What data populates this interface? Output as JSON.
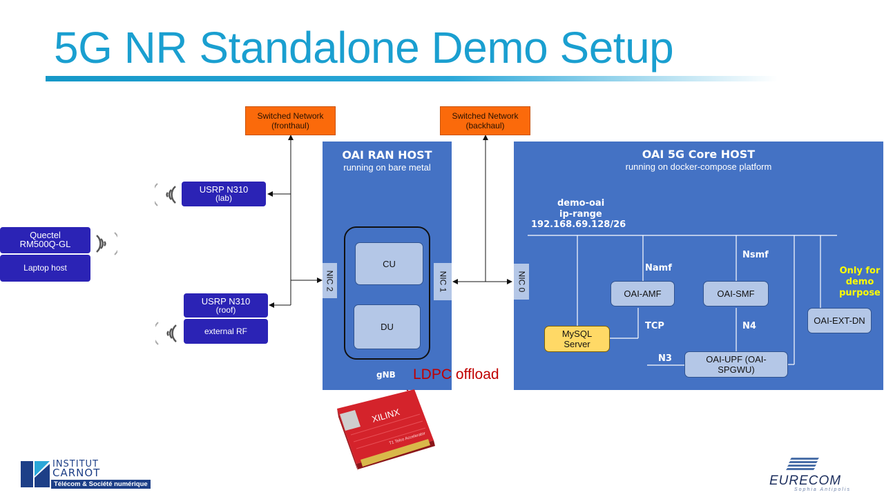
{
  "slide": {
    "title": "5G NR Standalone Demo Setup"
  },
  "switches": {
    "fronthaul": {
      "line1": "Switched Network",
      "line2": "(fronthaul)"
    },
    "backhaul": {
      "line1": "Switched Network",
      "line2": "(backhaul)"
    }
  },
  "radios": {
    "usrp_lab": {
      "name": "USRP N310",
      "sub": "(lab)"
    },
    "usrp_roof": {
      "name": "USRP N310",
      "sub": "(roof)"
    },
    "external_rf": "external RF",
    "quectel": {
      "line1": "Quectel",
      "line2": "RM500Q-GL"
    },
    "laptop": "Laptop host"
  },
  "ran": {
    "title": "OAI RAN HOST",
    "subtitle": "running on bare metal",
    "cu": "CU",
    "du": "DU",
    "gnb": "gNB",
    "nic2": "NIC 2",
    "nic1": "NIC 1"
  },
  "ldpc": {
    "part1": "LDPC",
    "part2": "offload"
  },
  "accelerator": {
    "brand": "XILINX",
    "caption": "T1 Telco Accelerator"
  },
  "core": {
    "title": "OAI 5G Core HOST",
    "subtitle": "running on docker-compose platform",
    "nic0": "NIC 0",
    "net_name": "demo-oai",
    "net_label": "ip-range",
    "net_range": "192.168.69.128/26",
    "namf": "Namf",
    "nsmf": "Nsmf",
    "tcp": "TCP",
    "n4": "N4",
    "n3": "N3",
    "amf": "OAI-AMF",
    "smf": "OAI-SMF",
    "mysql": {
      "line1": "MySQL",
      "line2": "Server"
    },
    "upf": {
      "line1": "OAI-UPF (OAI-",
      "line2": "SPGWU)"
    },
    "ext_dn": "OAI-EXT-DN",
    "demo_note": {
      "line1": "Only for",
      "line2": "demo",
      "line3": "purpose"
    }
  },
  "logos": {
    "carnot": {
      "line1": "INSTITUT",
      "line2": "CARNOT",
      "line3": "Télécom & Société numérique"
    },
    "eurecom": {
      "name": "EURECOM",
      "tagline": "Sophia Antipolis"
    }
  },
  "colors": {
    "title": "#1a9fd0",
    "panel": "#4472c4",
    "switch": "#fb6a0b",
    "radio": "#2b23b5",
    "ldpc": "#c00000",
    "demo_note": "#ffff00"
  }
}
